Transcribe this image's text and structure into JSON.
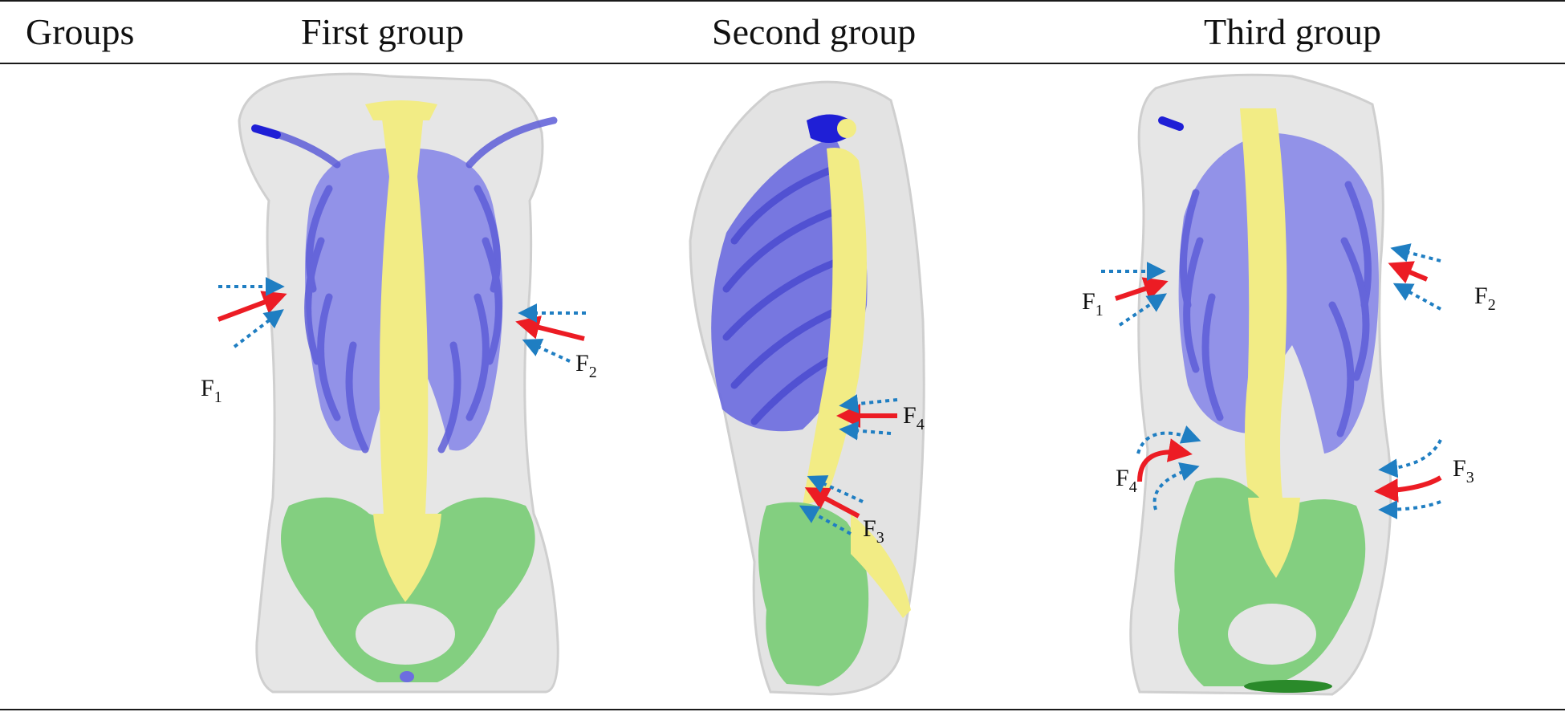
{
  "table": {
    "headers": {
      "groups": "Groups",
      "first": "First group",
      "second": "Second group",
      "third": "Third group"
    }
  },
  "force_labels": {
    "first_group": [
      {
        "letter": "F",
        "sub": "1"
      },
      {
        "letter": "F",
        "sub": "2"
      }
    ],
    "second_group": [
      {
        "letter": "F",
        "sub": "4"
      },
      {
        "letter": "F",
        "sub": "3"
      }
    ],
    "third_group": [
      {
        "letter": "F",
        "sub": "1"
      },
      {
        "letter": "F",
        "sub": "2"
      },
      {
        "letter": "F",
        "sub": "4"
      },
      {
        "letter": "F",
        "sub": "3"
      }
    ]
  },
  "colors": {
    "body_silhouette": "#e6e6e6",
    "rib_cage": "#7f7fe6",
    "spine": "#f2ec85",
    "pelvis": "#7dce7a",
    "vertebra_top_blue": "#1f1fd6",
    "force_arrow": "#ec1c24",
    "guide_arrow": "#1f7ec2"
  },
  "icons": {
    "force_arrow": "solid-red-arrow",
    "guide_arrow": "dotted-blue-arrow"
  }
}
